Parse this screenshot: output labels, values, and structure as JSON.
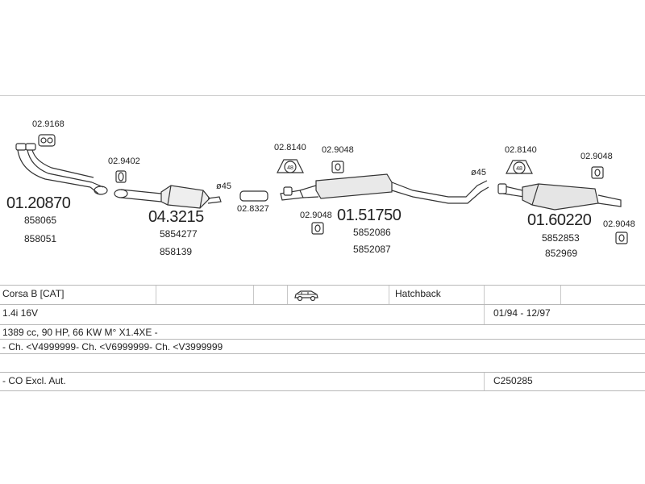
{
  "parts": {
    "p1": {
      "number": "01.20870",
      "refs": [
        "858065",
        "858051"
      ]
    },
    "p2": {
      "number": "04.3215",
      "refs": [
        "5854277",
        "858139"
      ]
    },
    "p3": {
      "number": "01.51750",
      "refs": [
        "5852086",
        "5852087"
      ]
    },
    "p4": {
      "number": "01.60220",
      "refs": [
        "5852853",
        "852969"
      ]
    }
  },
  "accessories": {
    "a1": "02.9168",
    "a2": "02.9402",
    "a3": "02.8327",
    "a4": "02.8140",
    "a5": "02.9048",
    "a6": "02.9048",
    "a7": "02.8140",
    "a8": "02.9048",
    "a9": "02.9048"
  },
  "diameters": {
    "d1": "ø45",
    "d2": "ø45"
  },
  "clamp_sizes": {
    "c1": "48",
    "c2": "48"
  },
  "table": {
    "model": "Corsa B  [CAT]",
    "body": "Hatchback",
    "engine": "1.4i 16V",
    "years": "01/94 - 12/97",
    "specs": "1389 cc, 90 HP, 66 KW M° X1.4XE -",
    "chassis": "- Ch. <V4999999- Ch. <V6999999- Ch. <V3999999",
    "notes": "- CO Excl. Aut.",
    "code": "C250285"
  },
  "icons": {
    "vehicle": "hatchback-car-icon"
  }
}
